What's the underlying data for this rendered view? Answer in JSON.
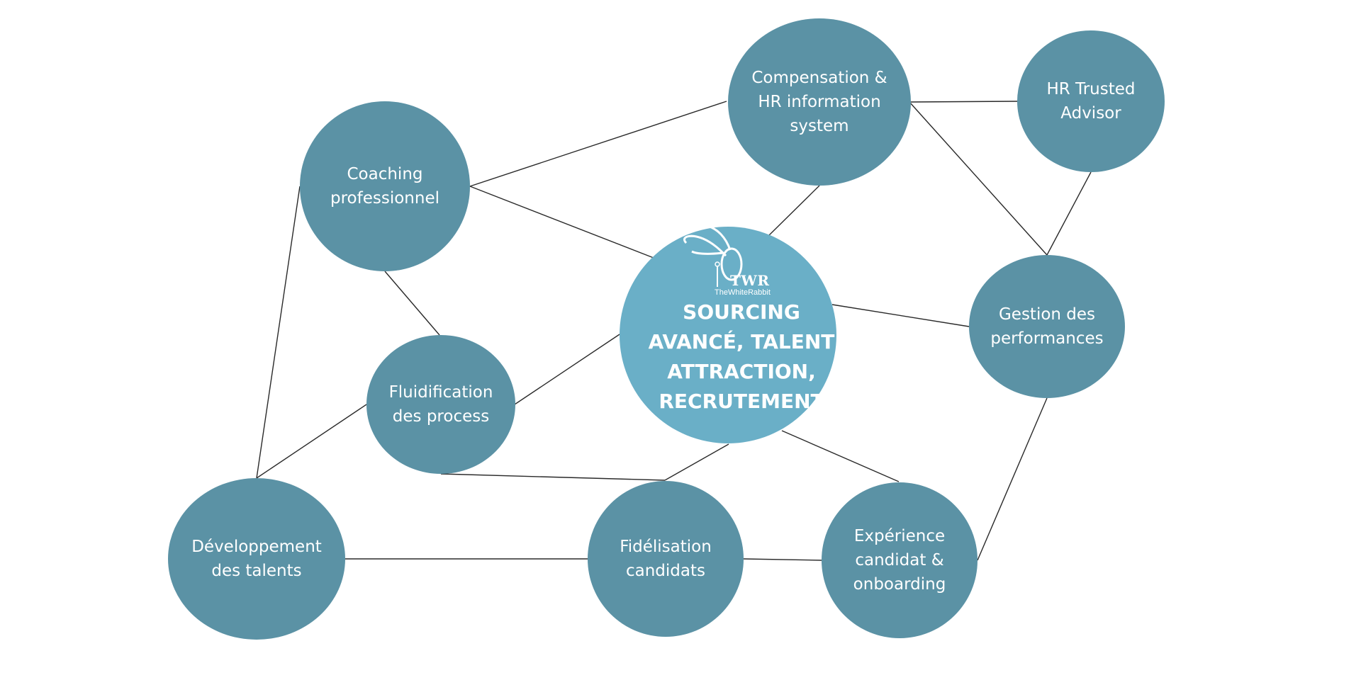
{
  "nodes": {
    "coaching": {
      "lines": [
        "Coaching",
        "professionnel"
      ]
    },
    "compensation": {
      "lines": [
        "Compensation &",
        "HR information",
        "system"
      ]
    },
    "hr_advisor": {
      "lines": [
        "HR Trusted",
        "Advisor"
      ]
    },
    "gestion": {
      "lines": [
        "Gestion des",
        "performances"
      ]
    },
    "fluidification": {
      "lines": [
        "Fluidification",
        "des process"
      ]
    },
    "developpement": {
      "lines": [
        "Développement",
        "des talents"
      ]
    },
    "fidelisation": {
      "lines": [
        "Fidélisation",
        "candidats"
      ]
    },
    "experience": {
      "lines": [
        "Expérience",
        "candidat &",
        "onboarding"
      ]
    }
  },
  "center": {
    "lines": [
      "SOURCING",
      "AVANCÉ, TALENT",
      "ATTRACTION,",
      "RECRUTEMENT"
    ],
    "logo_text": "TWR",
    "logo_subtext": "TheWhiteRabbit"
  },
  "colors": {
    "node": "#5b92a5",
    "center": "#6aafc7",
    "edge": "#2a2a2a",
    "text": "#ffffff"
  }
}
